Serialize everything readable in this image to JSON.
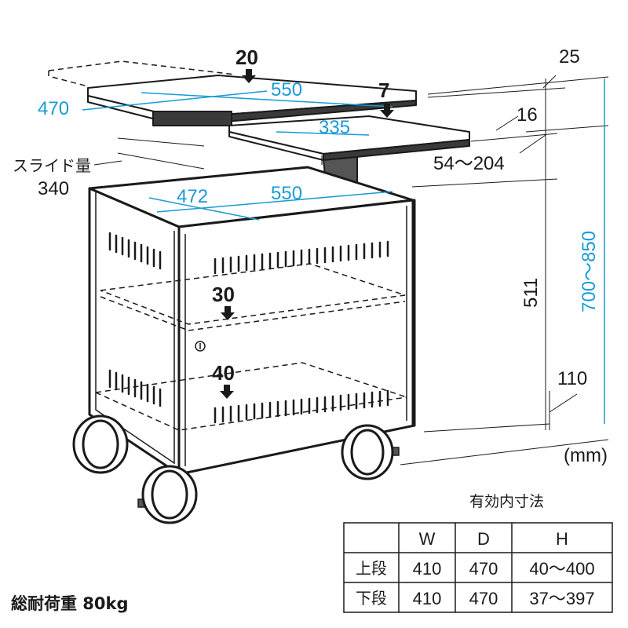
{
  "diagram": {
    "load_top_left": "20",
    "load_top_right": "7",
    "load_shelf_middle": "30",
    "load_shelf_bottom": "40",
    "dim_top_depth": "470",
    "dim_top_width": "550",
    "dim_side_width": "335",
    "dim_thickness_top": "25",
    "dim_thickness_side": "16",
    "dim_side_height_range": "54～204",
    "slide_label": "スライド量",
    "slide_value": "340",
    "dim_body_depth": "472",
    "dim_body_width": "550",
    "dim_body_height": "511",
    "dim_total_height": "700～850",
    "dim_caster_height": "110",
    "unit": "(mm)",
    "total_load": "総耐荷重 80kg",
    "colors": {
      "blue": "#1a9ad6",
      "line": "#1a1a1a"
    }
  },
  "table": {
    "title": "有効内寸法",
    "headers": [
      "W",
      "D",
      "H"
    ],
    "rows": [
      {
        "label": "上段",
        "cells": [
          "410",
          "470",
          "40～400"
        ]
      },
      {
        "label": "下段",
        "cells": [
          "410",
          "470",
          "37～397"
        ]
      }
    ]
  }
}
